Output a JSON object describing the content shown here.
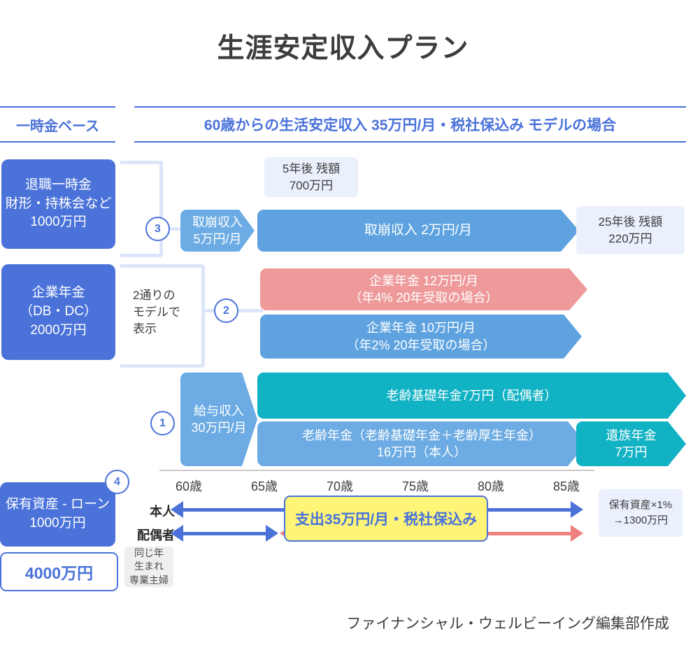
{
  "title": "生涯安定収入プラン",
  "headers": {
    "left": "一時金ベース",
    "right": "60歳からの生活安定収入 35万円/月・税社保込み モデルの場合"
  },
  "capital_boxes": [
    {
      "name": "retirement-lump-sum",
      "text": "退職一時金\n財形・持株会など\n1000万円"
    },
    {
      "name": "corporate-pension",
      "text": "企業年金\n（DB・DC）\n2000万円"
    },
    {
      "name": "assets-minus-loan",
      "text": "保有資産 - ローン\n1000万円"
    }
  ],
  "capital_total": "4000万円",
  "step_numbers": {
    "one": "1",
    "two": "2",
    "three": "3",
    "four": "4"
  },
  "note_two_models": "2通りの\nモデルで\n表示",
  "row_drawdown": {
    "cap_label": "取崩収入\n5万円/月",
    "bar_label": "取崩収入 2万円/月",
    "note_5y": "5年後 残額\n700万円",
    "note_25y": "25年後 残額\n220万円"
  },
  "row_corporate_pension": {
    "option_a": "企業年金 12万円/月\n（年4% 20年受取の場合）",
    "option_b": "企業年金 10万円/月\n（年2% 20年受取の場合）"
  },
  "row_public_pension": {
    "salary": "給与収入\n30万円/月",
    "basic_spouse": "老齢基礎年金7万円（配偶者）",
    "own_pension": "老齢年金（老齢基礎年金＋老齢厚生年金）\n16万円（本人）",
    "survivor": "遺族年金\n7万円"
  },
  "timeline": {
    "ages": [
      "60歳",
      "65歳",
      "70歳",
      "75歳",
      "80歳",
      "85歳"
    ],
    "row_labels": {
      "self": "本人",
      "spouse": "配偶者"
    },
    "spend_box": "支出35万円/月・税社保込み",
    "note_spouse": "同じ年\n生まれ\n専業主婦",
    "note_assets": "保有資産×1%\n→1300万円"
  },
  "credit": "ファイナンシャル・ウェルビーイング編集部作成",
  "colors": {
    "brand_blue": "#4a72d9",
    "light_blue": "#dce5fa",
    "bar_blue": "#5ea3e0",
    "bar_blue_light": "#6cabe3",
    "teal": "#11b2c4",
    "red": "#ef9a9a",
    "arrow_red": "#ef8080",
    "yellow": "#fdf478",
    "pale_panel": "#eaf0fc",
    "gray_panel": "#efefef",
    "text_dark": "#3c3c3c"
  }
}
